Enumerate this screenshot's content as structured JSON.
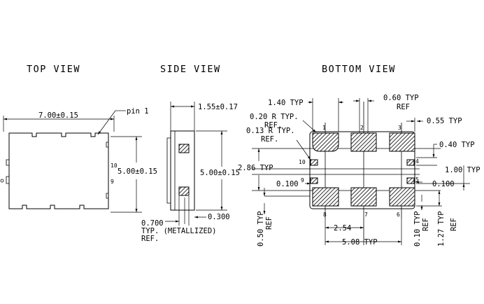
{
  "views": {
    "top": "TOP VIEW",
    "side": "SIDE VIEW",
    "bottom": "BOTTOM VIEW"
  },
  "top_view": {
    "width_dim": "7.00±0.15",
    "height_dim": "5.00±0.15",
    "pin1_label": "pin 1",
    "pin_10": "10",
    "pin_9": "9"
  },
  "side_view": {
    "thickness_dim": "1.55±0.17",
    "height_dim": "5.00±0.15",
    "dim_0700": "0.700",
    "note_line1": "TYP. (METALLIZED)",
    "note_line2": "REF.",
    "dim_0300": "0.300"
  },
  "bottom_view": {
    "d_140": "1.40  TYP",
    "d_060": "0.60  TYP",
    "d_060_ref": "REF",
    "d_020r": "0.20  R  TYP.",
    "d_020r_ref": "REF.",
    "d_013r": "0.13  R  TYP.",
    "d_013r_ref": "REF.",
    "d_055": "0.55  TYP",
    "d_040": "0.40  TYP",
    "d_286": "2.86  TYP",
    "d_100": "1.00  TYP",
    "d_0100_left": "0.100",
    "d_0100_right": "0.100",
    "d_254": "2.54",
    "d_508": "5.08  TYP",
    "d_050_a": "0.50  TYP",
    "d_050_b": "REF",
    "d_010_a": "0.10  TYP",
    "d_010_b": "REF",
    "d_127_a": "1.27  TYP",
    "d_127_b": "REF",
    "pins": {
      "p1": "1",
      "p2": "2",
      "p3": "3",
      "p4": "4",
      "p5": "5",
      "p6": "6",
      "p7": "7",
      "p8": "8",
      "p9": "9",
      "p10": "10"
    }
  }
}
